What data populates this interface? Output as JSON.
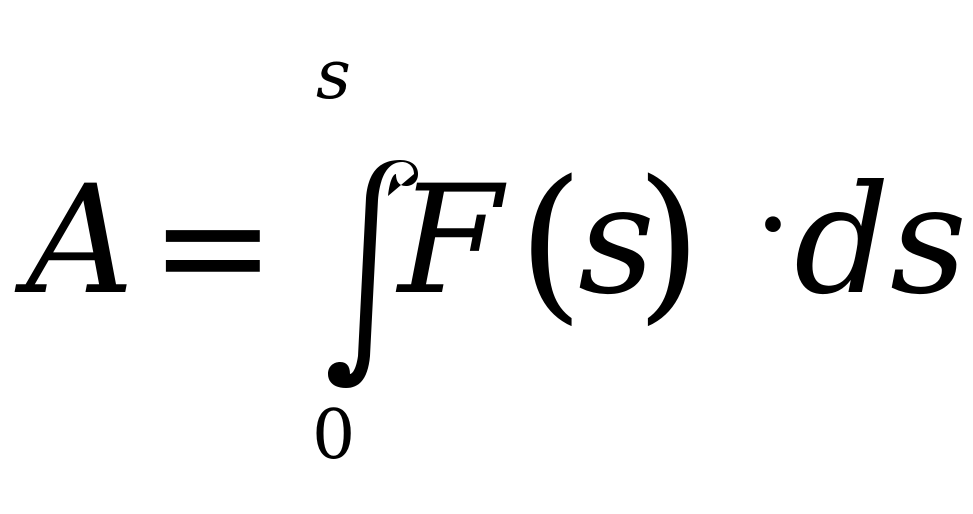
{
  "formula": {
    "lhs": "A",
    "equals": "=",
    "integral_sign": "integral-sign",
    "upper_limit": "s",
    "lower_limit": "0",
    "integrand_function": "F",
    "left_paren": "(",
    "integrand_variable": "s",
    "right_paren": ")",
    "dot_operator": "·",
    "differential": "ds"
  },
  "colors": {
    "text": "#000000",
    "background": "#ffffff"
  }
}
